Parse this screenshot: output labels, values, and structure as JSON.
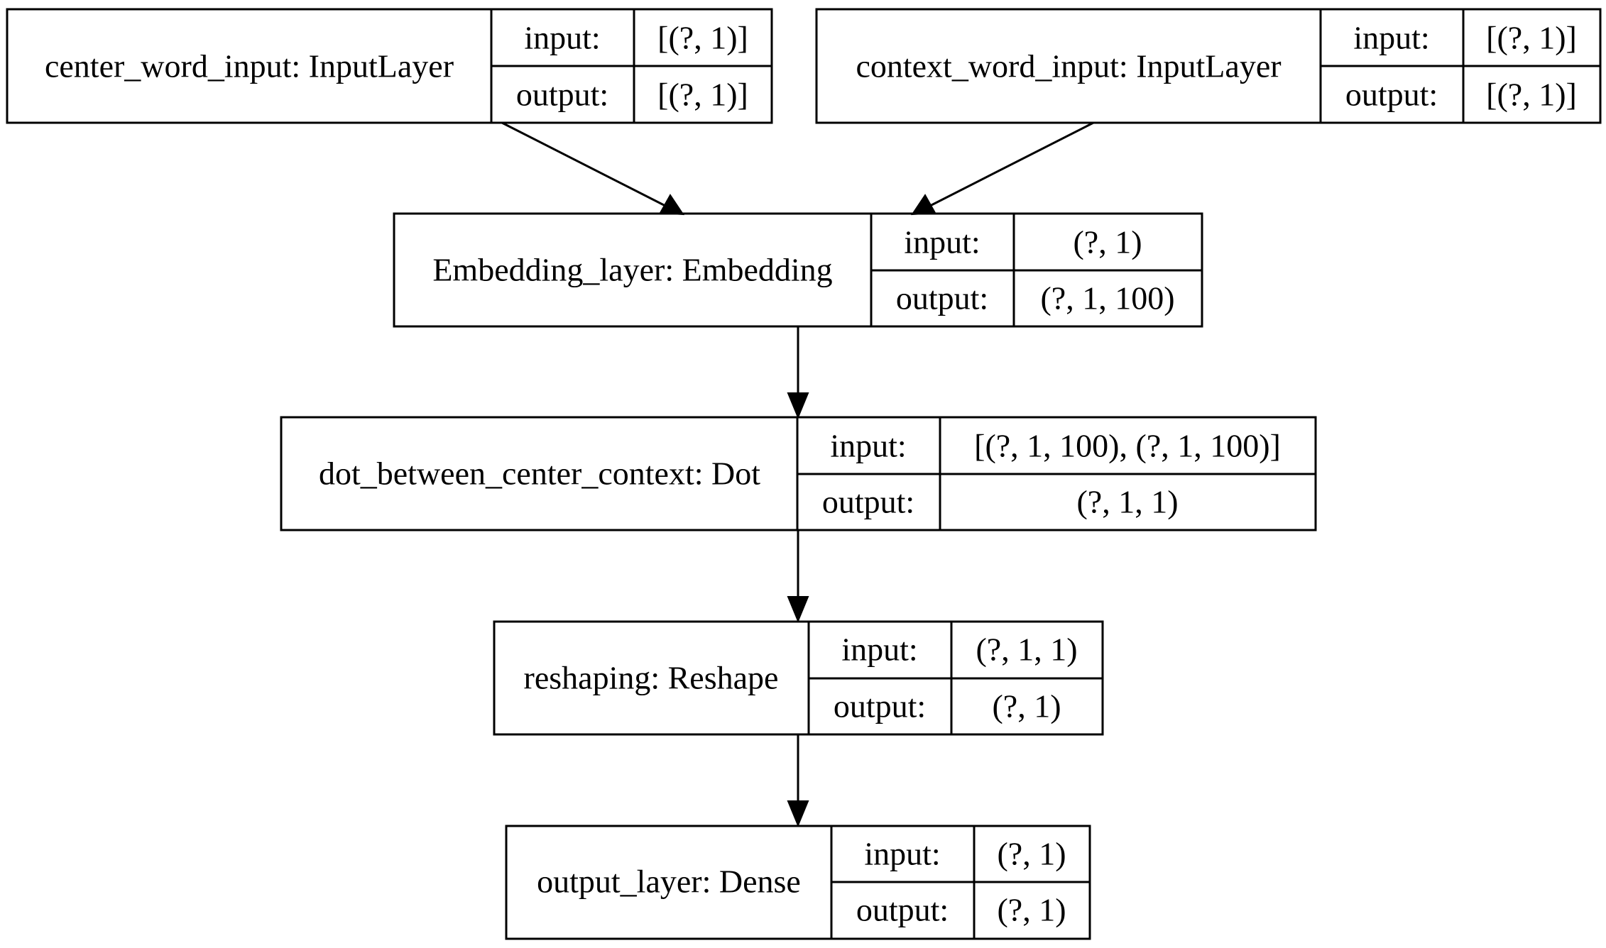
{
  "colors": {
    "stroke": "#000000",
    "background": "#ffffff",
    "text": "#000000"
  },
  "nodes": [
    {
      "id": "center_word_input",
      "name": "center_word_input: InputLayer",
      "input_label": "input:",
      "input_value": "[(?, 1)]",
      "output_label": "output:",
      "output_value": "[(?, 1)]"
    },
    {
      "id": "context_word_input",
      "name": "context_word_input: InputLayer",
      "input_label": "input:",
      "input_value": "[(?, 1)]",
      "output_label": "output:",
      "output_value": "[(?, 1)]"
    },
    {
      "id": "embedding_layer",
      "name": "Embedding_layer: Embedding",
      "input_label": "input:",
      "input_value": "(?, 1)",
      "output_label": "output:",
      "output_value": "(?, 1, 100)"
    },
    {
      "id": "dot_between_center_context",
      "name": "dot_between_center_context: Dot",
      "input_label": "input:",
      "input_value": "[(?, 1, 100), (?, 1, 100)]",
      "output_label": "output:",
      "output_value": "(?, 1, 1)"
    },
    {
      "id": "reshaping",
      "name": "reshaping: Reshape",
      "input_label": "input:",
      "input_value": "(?, 1, 1)",
      "output_label": "output:",
      "output_value": "(?, 1)"
    },
    {
      "id": "output_layer",
      "name": "output_layer: Dense",
      "input_label": "input:",
      "input_value": "(?, 1)",
      "output_label": "output:",
      "output_value": "(?, 1)"
    }
  ],
  "edges": [
    {
      "from": "center_word_input",
      "to": "embedding_layer"
    },
    {
      "from": "context_word_input",
      "to": "embedding_layer"
    },
    {
      "from": "embedding_layer",
      "to": "dot_between_center_context"
    },
    {
      "from": "dot_between_center_context",
      "to": "reshaping"
    },
    {
      "from": "reshaping",
      "to": "output_layer"
    }
  ]
}
